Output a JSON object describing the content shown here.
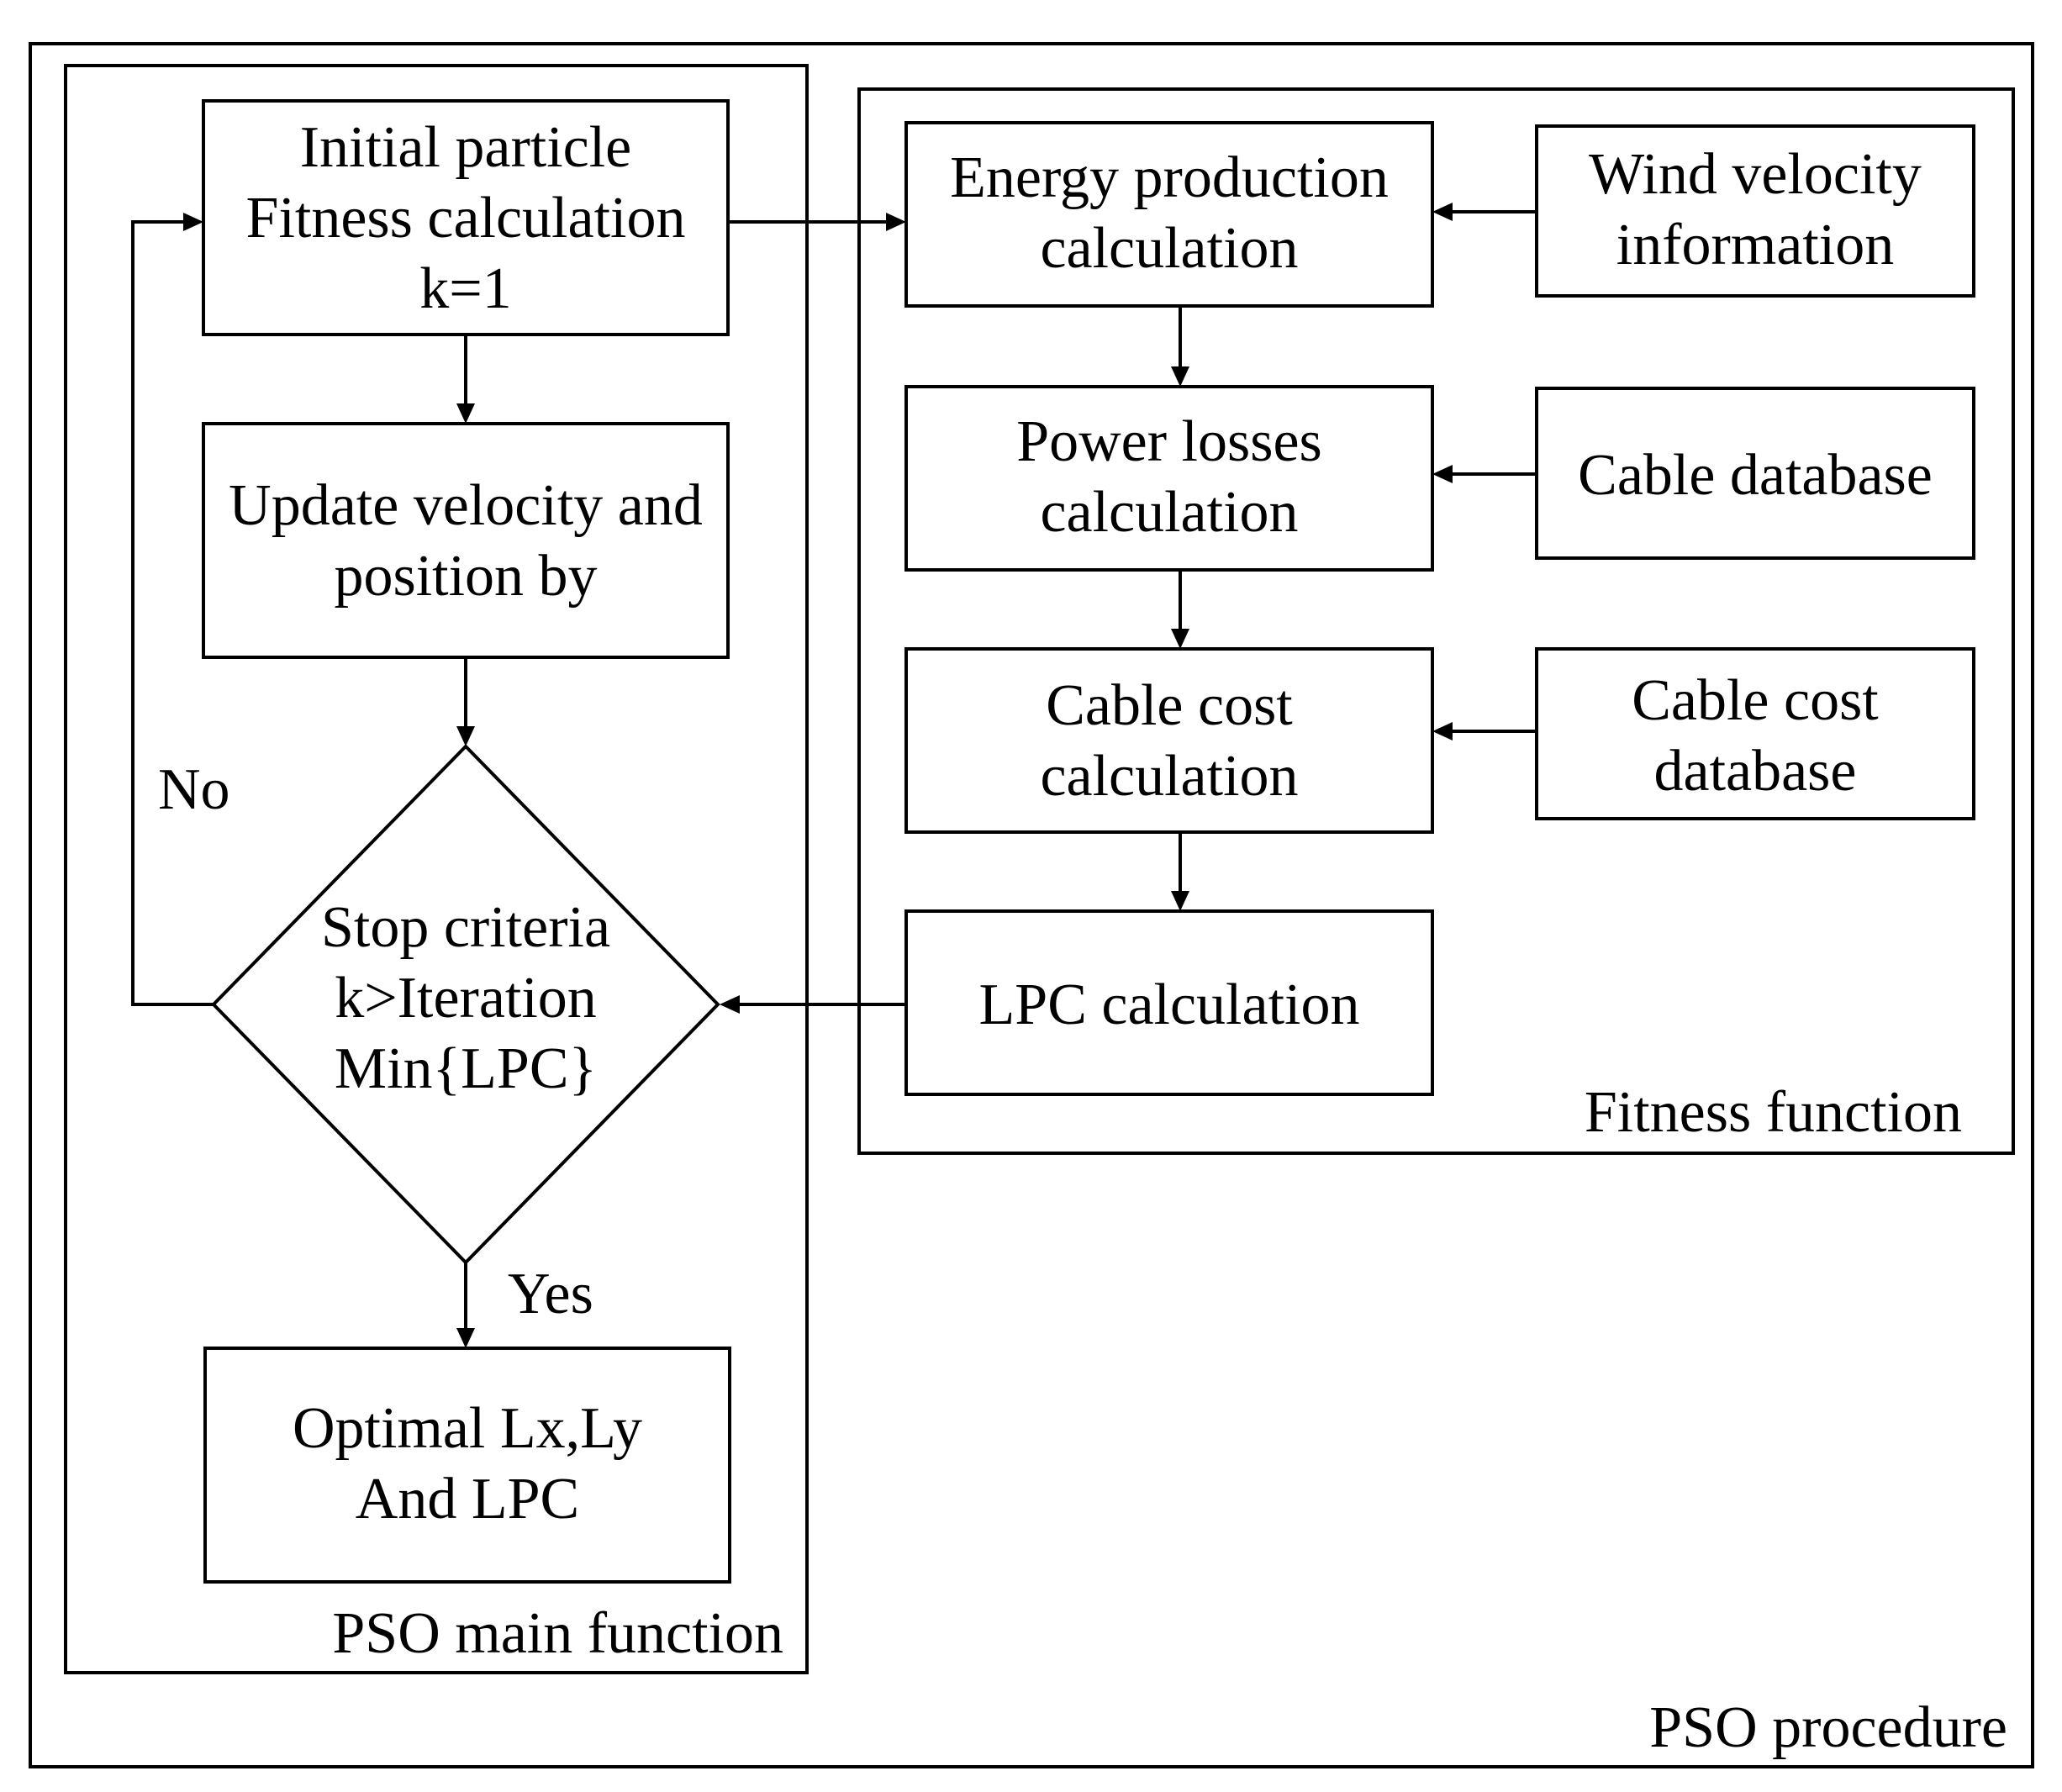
{
  "outer_frame": {
    "label": "PSO procedure"
  },
  "main_frame": {
    "label": "PSO main function"
  },
  "fitness_frame": {
    "label": "Fitness function"
  },
  "init": {
    "line1": "Initial particle",
    "line2": "Fitness calculation",
    "line3": "k=1"
  },
  "update": {
    "line1": "Update velocity and",
    "line2": "position by"
  },
  "decision": {
    "line1": "Stop criteria",
    "line2": "k>Iteration",
    "line3": "Min{LPC}",
    "no_label": "No",
    "yes_label": "Yes"
  },
  "optimal": {
    "line1": "Optimal Lx,Ly",
    "line2": "And LPC"
  },
  "energy": {
    "line1": "Energy production",
    "line2": "calculation"
  },
  "wind": {
    "line1": "Wind velocity",
    "line2": "information"
  },
  "power": {
    "line1": "Power losses",
    "line2": "calculation"
  },
  "cable_db": {
    "line1": "Cable database"
  },
  "cable_cost": {
    "line1": "Cable cost",
    "line2": "calculation"
  },
  "cable_cost_db": {
    "line1": "Cable cost",
    "line2": "database"
  },
  "lpc": {
    "line1": "LPC calculation"
  }
}
